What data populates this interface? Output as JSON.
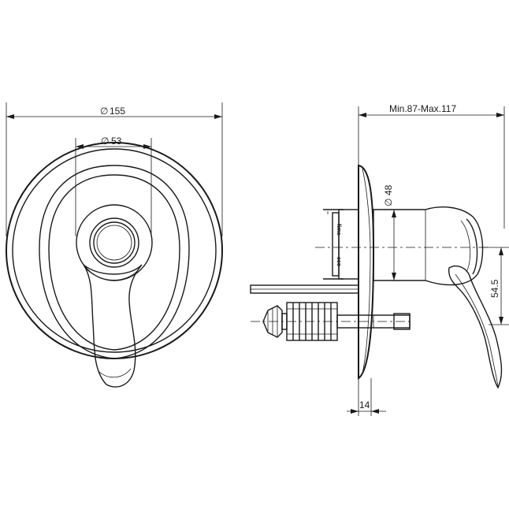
{
  "dimensions": {
    "outer_diameter": "155",
    "handle_diameter": "53",
    "depth_range": "Min.87-Max.117",
    "body_diameter": "48",
    "lever_offset": "54.5",
    "plate_thickness": "14"
  },
  "labels": {
    "body_mark_1": "fima",
    "body_mark_2": "eco"
  },
  "symbols": {
    "diameter": "∅"
  }
}
